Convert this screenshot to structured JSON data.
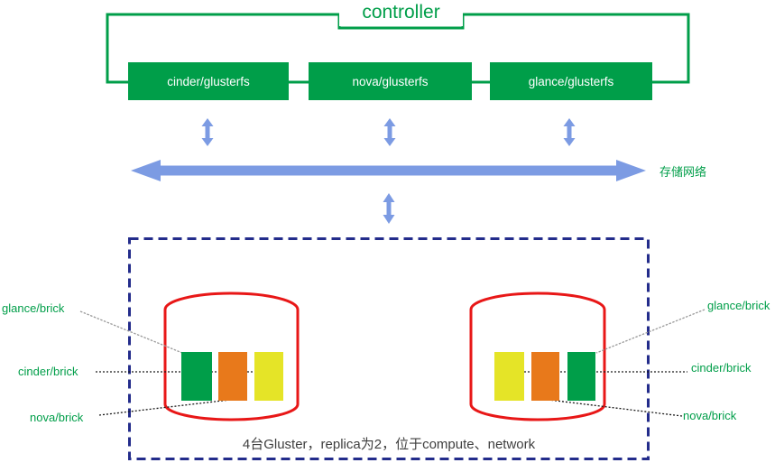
{
  "controller": {
    "label": "controller"
  },
  "services": [
    {
      "label": "cinder/glusterfs"
    },
    {
      "label": "nova/glusterfs"
    },
    {
      "label": "glance/glusterfs"
    }
  ],
  "network": {
    "label": "存储网络"
  },
  "bricks": {
    "left": [
      {
        "label": "glance/brick"
      },
      {
        "label": "cinder/brick"
      },
      {
        "label": "nova/brick"
      }
    ],
    "right": [
      {
        "label": "glance/brick"
      },
      {
        "label": "cinder/brick"
      },
      {
        "label": "nova/brick"
      }
    ]
  },
  "cluster": {
    "caption": "4台Gluster，replica为2，位于compute、network",
    "left_node_brick_order": [
      "glance",
      "nova",
      "cinder"
    ],
    "right_node_brick_order": [
      "cinder",
      "nova",
      "glance"
    ]
  },
  "palette": {
    "green": "#009E49",
    "orange": "#E8791B",
    "yellow": "#E5E427",
    "red": "#E81717",
    "navy": "#232C8B",
    "blue": "#7C9BE3",
    "grey_line": "#9A9A9A",
    "text_dark": "#3F3F3F"
  }
}
